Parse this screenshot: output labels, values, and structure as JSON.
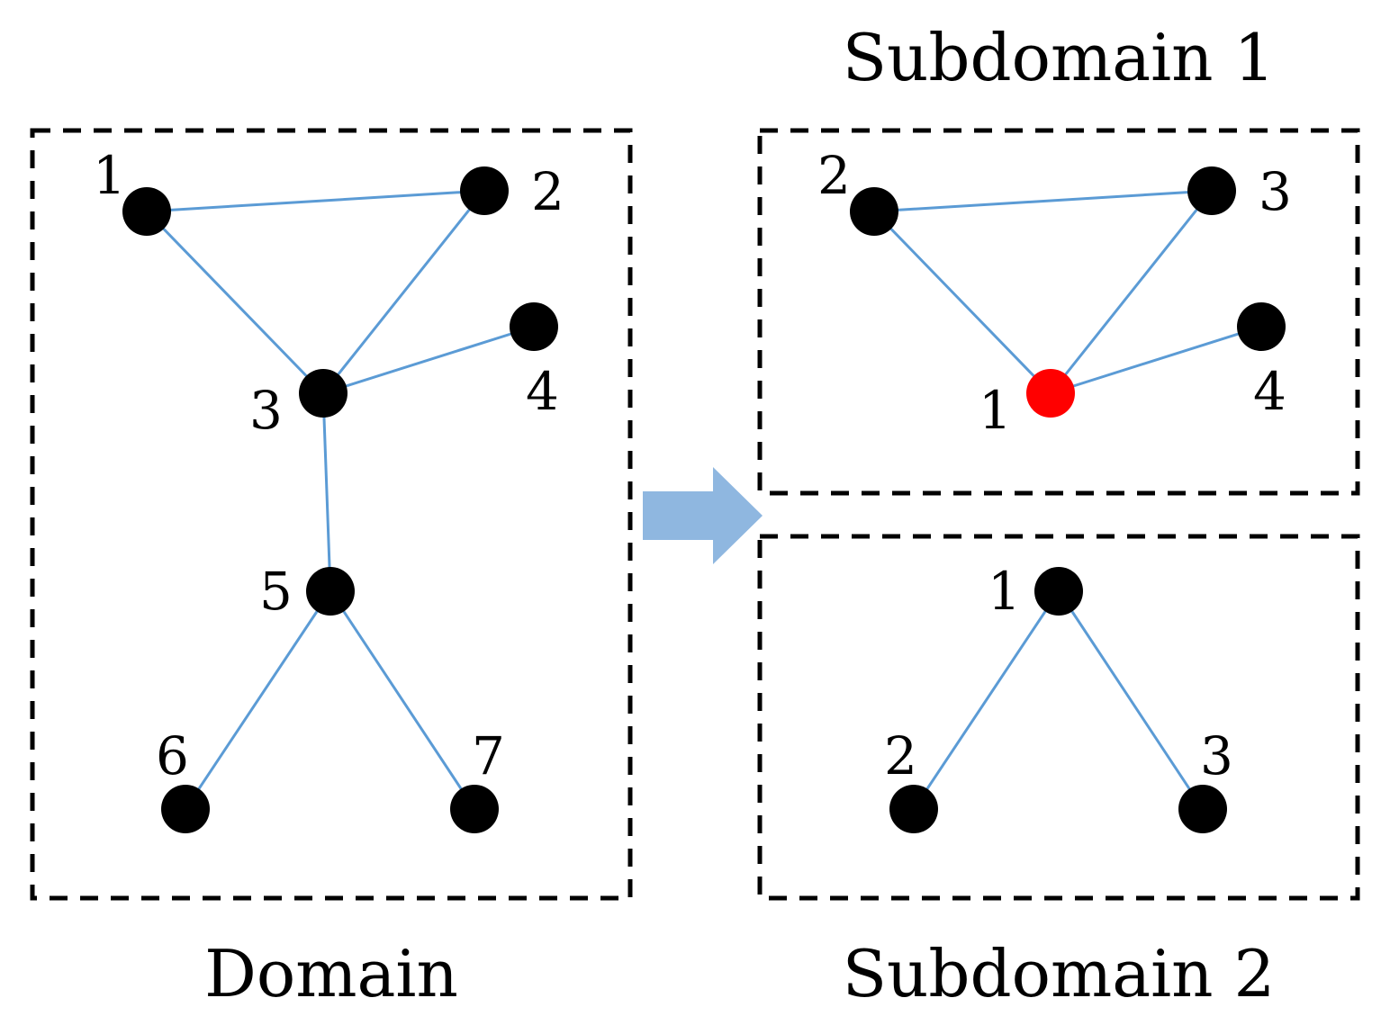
{
  "captions": {
    "domain": "Domain",
    "subdomain1": "Subdomain 1",
    "subdomain2": "Subdomain 2"
  },
  "colors": {
    "node": "#000000",
    "highlight_node": "#ff0000",
    "edge": "#5b9bd5",
    "arrow": "#8fb7e0",
    "box_border": "#000000"
  },
  "domain": {
    "nodes": [
      {
        "id": "1",
        "label": "1"
      },
      {
        "id": "2",
        "label": "2"
      },
      {
        "id": "3",
        "label": "3"
      },
      {
        "id": "4",
        "label": "4"
      },
      {
        "id": "5",
        "label": "5"
      },
      {
        "id": "6",
        "label": "6"
      },
      {
        "id": "7",
        "label": "7"
      }
    ],
    "edges": [
      [
        "1",
        "2"
      ],
      [
        "1",
        "3"
      ],
      [
        "2",
        "3"
      ],
      [
        "3",
        "4"
      ],
      [
        "3",
        "5"
      ],
      [
        "5",
        "6"
      ],
      [
        "5",
        "7"
      ]
    ]
  },
  "subdomain1": {
    "nodes": [
      {
        "id": "1",
        "label": "1",
        "highlight": true
      },
      {
        "id": "2",
        "label": "2"
      },
      {
        "id": "3",
        "label": "3"
      },
      {
        "id": "4",
        "label": "4"
      }
    ],
    "edges": [
      [
        "2",
        "3"
      ],
      [
        "2",
        "1"
      ],
      [
        "3",
        "1"
      ],
      [
        "1",
        "4"
      ]
    ]
  },
  "subdomain2": {
    "nodes": [
      {
        "id": "1",
        "label": "1"
      },
      {
        "id": "2",
        "label": "2"
      },
      {
        "id": "3",
        "label": "3"
      }
    ],
    "edges": [
      [
        "1",
        "2"
      ],
      [
        "1",
        "3"
      ]
    ]
  }
}
